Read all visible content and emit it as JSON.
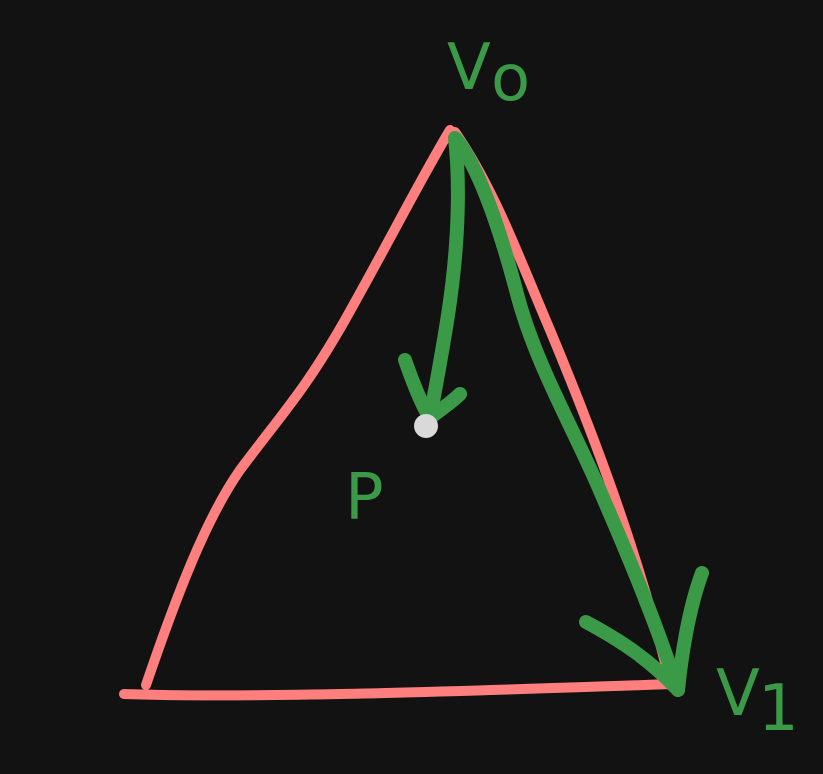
{
  "colors": {
    "background": "#121212",
    "triangle": "#ff7f7f",
    "vectors": "#3a9a48",
    "point": "#d9d9d9",
    "labels": "#3a9a48"
  },
  "labels": {
    "v0_prefix": "V",
    "v0_subscript": "o",
    "v1_prefix": "V",
    "v1_subscript": "1",
    "p": "P"
  }
}
